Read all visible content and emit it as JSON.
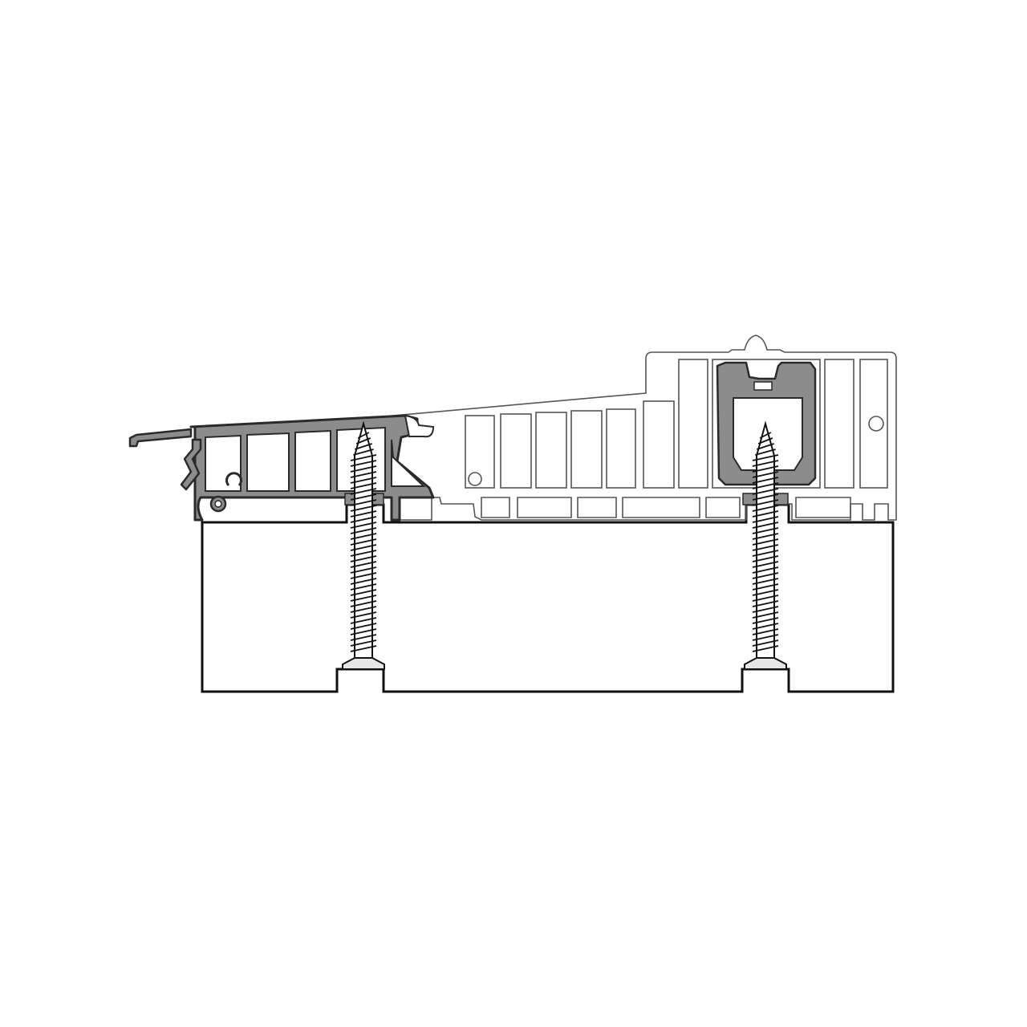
{
  "diagram": {
    "kind": "threshold-profile-cross-section",
    "colors": {
      "background": "#ffffff",
      "outline": "#111111",
      "aluminium_fill": "#8c8c8c",
      "aluminium_stroke": "#2a2a2a",
      "pvc_stroke": "#555555",
      "screw_fill": "#ffffff",
      "head_fill": "#e6e6e6"
    },
    "components": [
      {
        "id": "base-block",
        "label": ""
      },
      {
        "id": "aluminium-sill-profile",
        "label": ""
      },
      {
        "id": "pvc-extension-profile",
        "label": ""
      },
      {
        "id": "track-insert",
        "label": ""
      },
      {
        "id": "screw-left",
        "label": ""
      },
      {
        "id": "screw-right",
        "label": ""
      }
    ]
  }
}
